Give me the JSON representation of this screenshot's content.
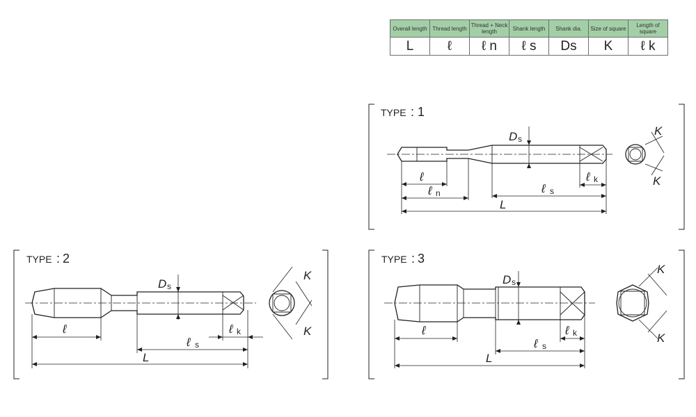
{
  "legend": {
    "headers": [
      "Overall length",
      "Thread length",
      "Thread + Neck length",
      "Shank length",
      "Shank dia.",
      "Size of square",
      "Length of square"
    ],
    "symbols": [
      "L",
      "ℓ",
      "ℓ n",
      "ℓ s",
      "Ds",
      "K",
      "ℓ k"
    ]
  },
  "types": [
    {
      "prefix": "TYPE",
      "number": "1"
    },
    {
      "prefix": "TYPE",
      "number": "2"
    },
    {
      "prefix": "TYPE",
      "number": "3"
    }
  ],
  "dims": {
    "L": "L",
    "l": "ℓ",
    "ln_main": "ℓ",
    "ln_sub": "n",
    "ls_main": "ℓ",
    "ls_sub": "s",
    "lk_main": "ℓ",
    "lk_sub": "k",
    "Ds_main": "D",
    "Ds_sub": "s",
    "K": "K"
  }
}
